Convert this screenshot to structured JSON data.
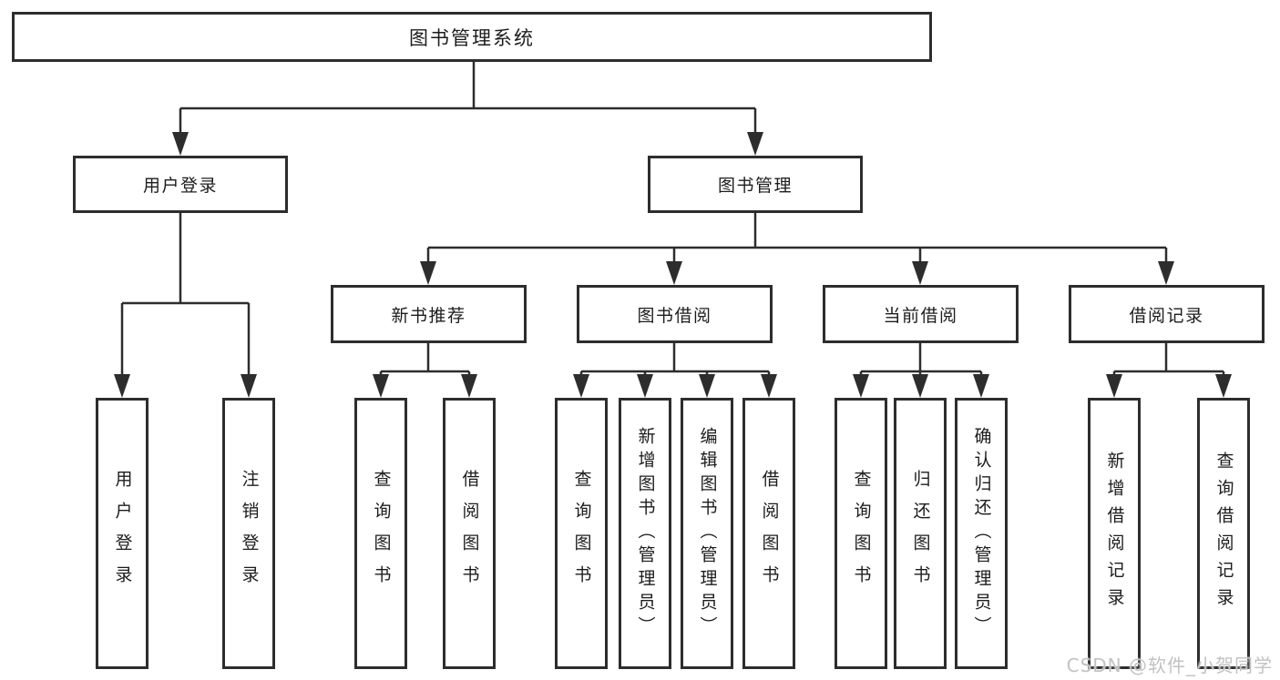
{
  "tree": {
    "root_label": "图书管理系统",
    "children": [
      {
        "label": "用户登录",
        "children": [
          {
            "label": "用户登录"
          },
          {
            "label": "注销登录"
          }
        ]
      },
      {
        "label": "图书管理",
        "children": [
          {
            "label": "新书推荐",
            "children": [
              {
                "label": "查询图书"
              },
              {
                "label": "借阅图书"
              }
            ]
          },
          {
            "label": "图书借阅",
            "children": [
              {
                "label": "查询图书"
              },
              {
                "label": "新增图书（管理员）"
              },
              {
                "label": "编辑图书（管理员）"
              },
              {
                "label": "借阅图书"
              }
            ]
          },
          {
            "label": "当前借阅",
            "children": [
              {
                "label": "查询图书"
              },
              {
                "label": "归还图书"
              },
              {
                "label": "确认归还（管理员）"
              }
            ]
          },
          {
            "label": "借阅记录",
            "children": [
              {
                "label": "新增借阅记录"
              },
              {
                "label": "查询借阅记录"
              }
            ]
          }
        ]
      }
    ]
  },
  "watermark": {
    "text": "CSDN @软件_小贺同学"
  },
  "colors": {
    "line": "#2d2d2d",
    "box_fill": "#ffffff",
    "text": "#1c1c1c",
    "watermark": "#c2c2c2",
    "background": "#ffffff"
  }
}
